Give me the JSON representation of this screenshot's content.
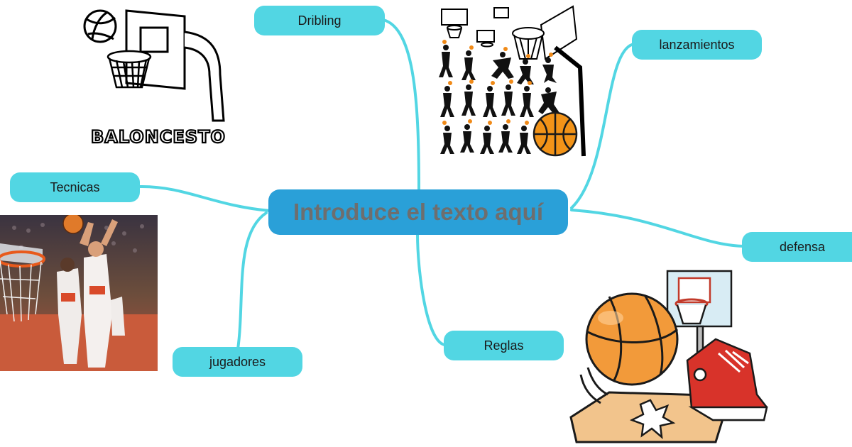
{
  "central_topic": "Introduce el texto aquí",
  "topics": {
    "dribling": "Dribling",
    "lanzamientos": "lanzamientos",
    "tecnicas": "Tecnicas",
    "defensa": "defensa",
    "jugadores": "jugadores",
    "reglas": "Reglas"
  },
  "logo_text": "BALONCESTO",
  "colors": {
    "connector": "#52d6e3",
    "topic_fill": "#52d6e3",
    "central_fill": "#2aa0d8",
    "central_text": "#6e6e6e"
  }
}
